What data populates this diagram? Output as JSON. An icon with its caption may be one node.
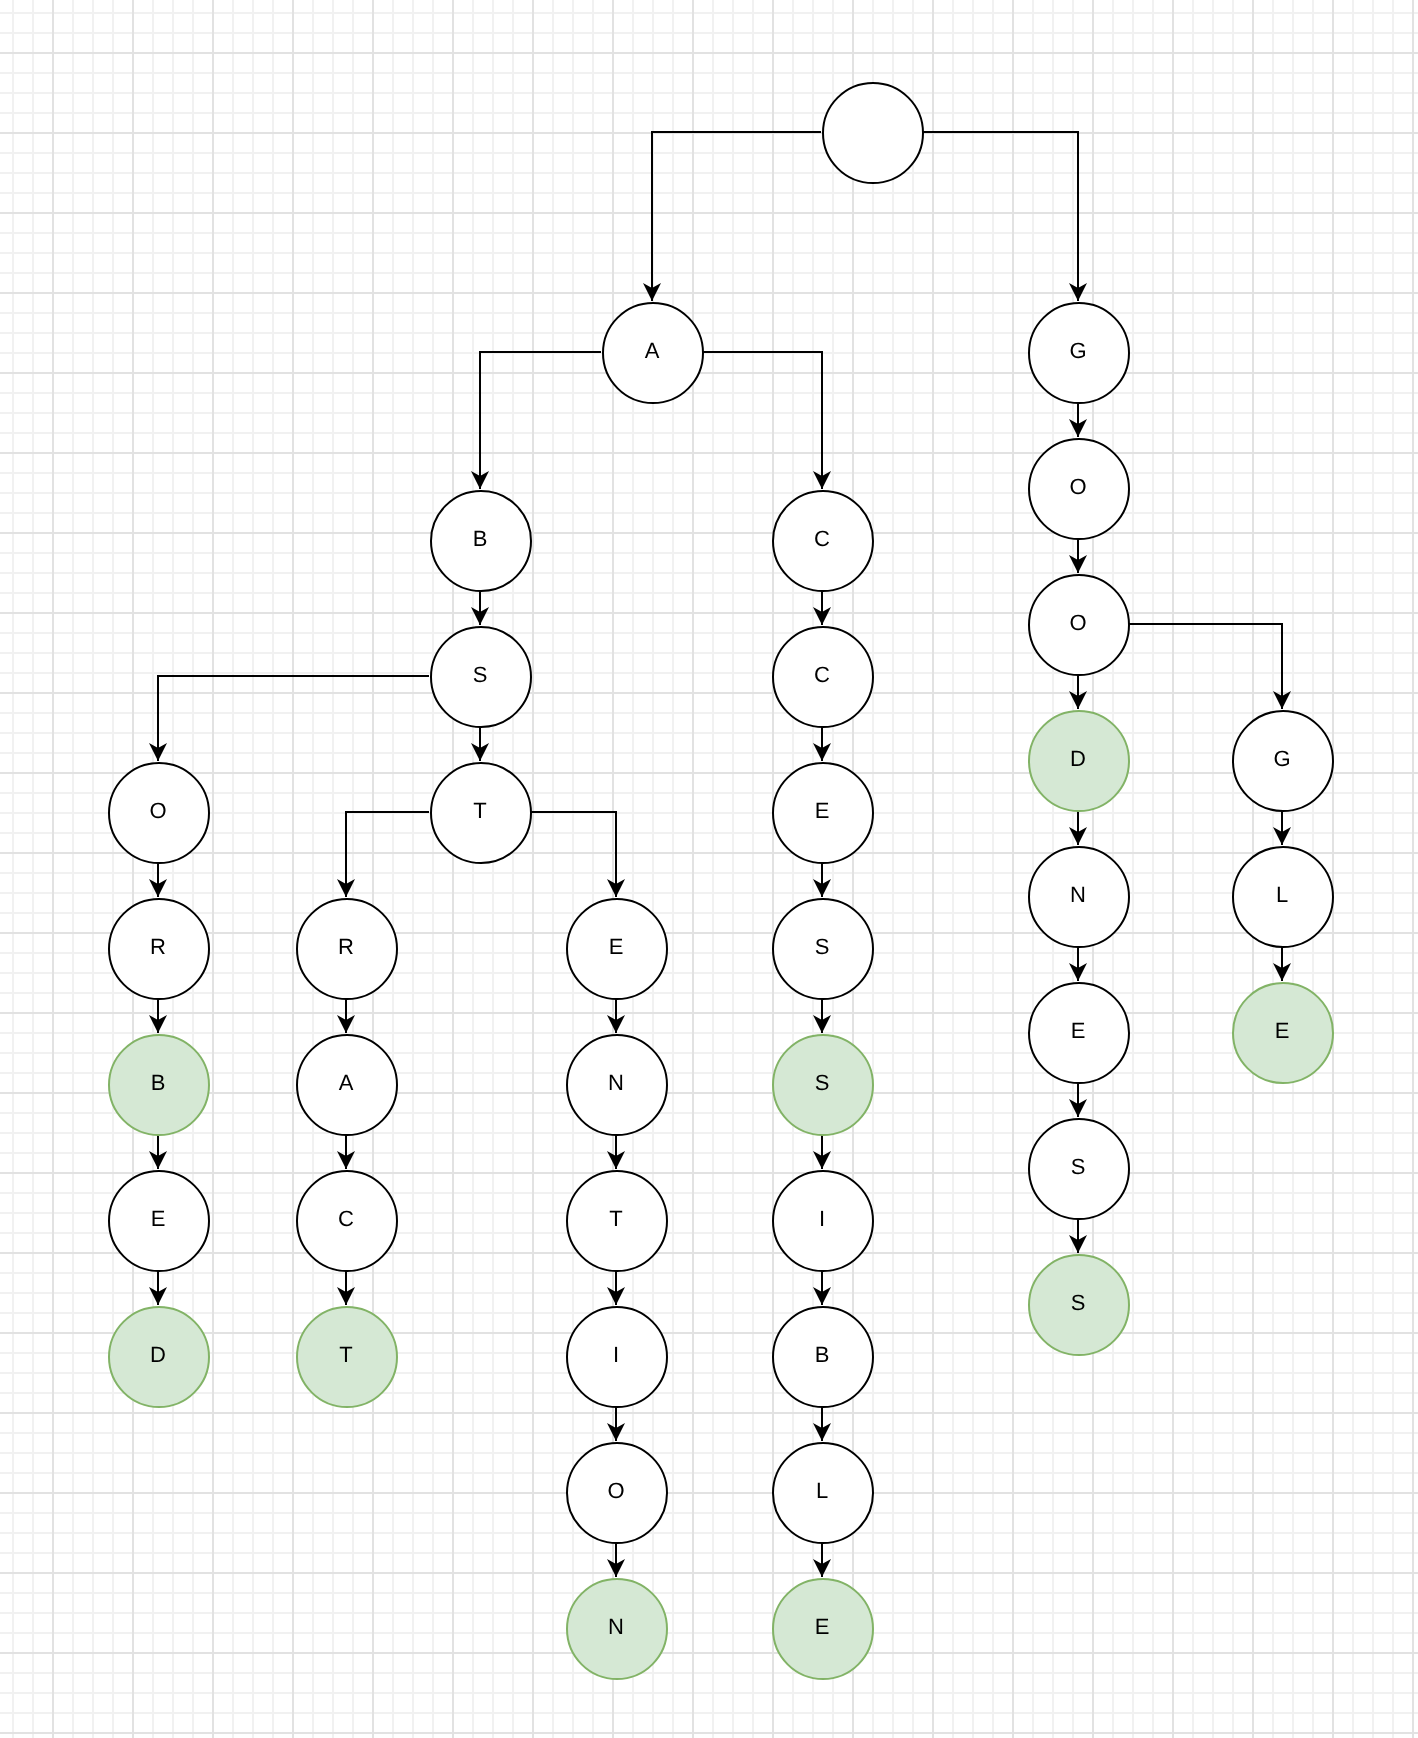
{
  "diagram": {
    "nodes": [
      {
        "text": [],
        "shape": "circle"
      },
      {
        "text": [
          "A"
        ]
      },
      {
        "text": [
          "G"
        ]
      },
      {
        "text": [
          "O"
        ]
      },
      {
        "text": [
          "B"
        ]
      },
      {
        "text": [
          "C"
        ]
      },
      {
        "text": [
          "O"
        ]
      },
      {
        "text": [
          "S"
        ]
      },
      {
        "text": [
          "C"
        ]
      },
      {
        "text": [
          "D"
        ]
      },
      {
        "text": [
          "G"
        ]
      },
      {
        "text": [
          "O"
        ]
      },
      {
        "text": [
          "T"
        ]
      },
      {
        "text": [
          "E"
        ]
      },
      {
        "text": [
          "N"
        ]
      },
      {
        "text": [
          "L"
        ]
      },
      {
        "text": [
          "R"
        ]
      },
      {
        "text": [
          "R"
        ]
      },
      {
        "text": [
          "E"
        ]
      },
      {
        "text": [
          "S"
        ]
      },
      {
        "text": [
          "E"
        ]
      },
      {
        "text": [
          "E"
        ]
      },
      {
        "text": [
          "B"
        ]
      },
      {
        "text": [
          "A"
        ]
      },
      {
        "text": [
          "N"
        ]
      },
      {
        "text": [
          "S"
        ]
      },
      {
        "text": [
          "S"
        ]
      },
      {
        "text": [
          "E"
        ]
      },
      {
        "text": [
          "C"
        ]
      },
      {
        "text": [
          "T"
        ]
      },
      {
        "text": [
          "I"
        ]
      },
      {
        "text": [
          "S"
        ]
      },
      {
        "text": [
          "D"
        ]
      },
      {
        "text": [
          "T"
        ]
      },
      {
        "text": [
          "I"
        ]
      },
      {
        "text": [
          "B"
        ]
      },
      {
        "text": [
          "O"
        ]
      },
      {
        "text": [
          "L"
        ]
      },
      {
        "text": [
          "N"
        ]
      },
      {
        "text": [
          "E"
        ]
      }
    ],
    "edges": [
      {
        "from": 0,
        "to": 1,
        "arrow": "to"
      },
      {
        "from": 0,
        "to": 2,
        "arrow": "to"
      },
      {
        "from": 1,
        "to": 4,
        "arrow": "to"
      },
      {
        "from": 1,
        "to": 5,
        "arrow": "to"
      },
      {
        "from": 4,
        "to": 7,
        "arrow": "to"
      },
      {
        "from": 7,
        "to": 11,
        "arrow": "to"
      },
      {
        "from": 7,
        "to": 12,
        "arrow": "to"
      },
      {
        "from": 11,
        "to": 16,
        "arrow": "to"
      },
      {
        "from": 16,
        "to": 22,
        "arrow": "to"
      },
      {
        "from": 22,
        "to": 27,
        "arrow": "to"
      },
      {
        "from": 27,
        "to": 32,
        "arrow": "to"
      },
      {
        "from": 12,
        "to": 17,
        "arrow": "to"
      },
      {
        "from": 17,
        "to": 23,
        "arrow": "to"
      },
      {
        "from": 23,
        "to": 28,
        "arrow": "to"
      },
      {
        "from": 28,
        "to": 33,
        "arrow": "to"
      },
      {
        "from": 12,
        "to": 18,
        "arrow": "to"
      },
      {
        "from": 18,
        "to": 24,
        "arrow": "to"
      },
      {
        "from": 24,
        "to": 29,
        "arrow": "to"
      },
      {
        "from": 29,
        "to": 34,
        "arrow": "to"
      },
      {
        "from": 34,
        "to": 36,
        "arrow": "to"
      },
      {
        "from": 36,
        "to": 38,
        "arrow": "to"
      },
      {
        "from": 5,
        "to": 8,
        "arrow": "to"
      },
      {
        "from": 8,
        "to": 13,
        "arrow": "to"
      },
      {
        "from": 13,
        "to": 19,
        "arrow": "to"
      },
      {
        "from": 19,
        "to": 25,
        "arrow": "to"
      },
      {
        "from": 25,
        "to": 30,
        "arrow": "to"
      },
      {
        "from": 30,
        "to": 35,
        "arrow": "to"
      },
      {
        "from": 35,
        "to": 37,
        "arrow": "to"
      },
      {
        "from": 37,
        "to": 39,
        "arrow": "to"
      },
      {
        "from": 2,
        "to": 3,
        "arrow": "to"
      },
      {
        "from": 3,
        "to": 6,
        "arrow": "to"
      },
      {
        "from": 6,
        "to": 9,
        "arrow": "to"
      },
      {
        "from": 9,
        "to": 14,
        "arrow": "to"
      },
      {
        "from": 14,
        "to": 20,
        "arrow": "to"
      },
      {
        "from": 20,
        "to": 26,
        "arrow": "to"
      },
      {
        "from": 26,
        "to": 31,
        "arrow": "to"
      },
      {
        "from": 6,
        "to": 10,
        "arrow": "to"
      },
      {
        "from": 10,
        "to": 15,
        "arrow": "to"
      },
      {
        "from": 15,
        "to": 21,
        "arrow": "to"
      }
    ]
  }
}
